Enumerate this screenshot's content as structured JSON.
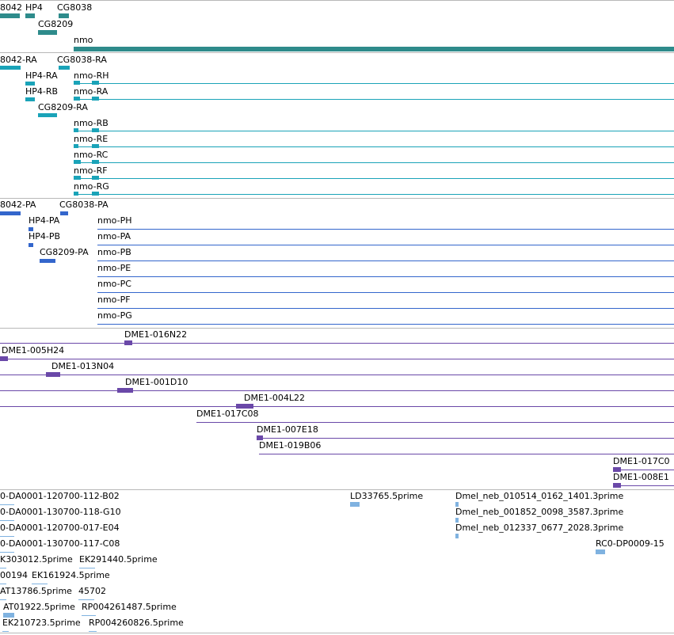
{
  "colors": {
    "gene": "#2e8b8b",
    "transcript": "#1aa3b8",
    "protein": "#3366cc",
    "clone": "#6a48a8",
    "est": "#7fb2e0"
  },
  "tracks": {
    "genes": {
      "labels": [
        "8042",
        "HP4",
        "CG8038",
        "CG8209",
        "nmo"
      ]
    },
    "transcripts": {
      "labels": [
        "8042-RA",
        "CG8038-RA",
        "HP4-RA",
        "nmo-RH",
        "HP4-RB",
        "nmo-RA",
        "CG8209-RA",
        "nmo-RB",
        "nmo-RE",
        "nmo-RC",
        "nmo-RF",
        "nmo-RG"
      ]
    },
    "proteins": {
      "labels": [
        "8042-PA",
        "CG8038-PA",
        "HP4-PA",
        "nmo-PH",
        "HP4-PB",
        "nmo-PA",
        "CG8209-PA",
        "nmo-PB",
        "nmo-PE",
        "nmo-PC",
        "nmo-PF",
        "nmo-PG"
      ]
    },
    "clones": {
      "labels": [
        "DME1-016N22",
        "DME1-005H24",
        "DME1-013N04",
        "DME1-001D10",
        "DME1-004L22",
        "DME1-017C08",
        "DME1-007E18",
        "DME1-019B06",
        "DME1-017C0",
        "DME1-008E1"
      ]
    },
    "ests": {
      "labels": [
        "0-DA0001-120700-112-B02",
        "LD33765.5prime",
        "Dmel_neb_010514_0162_1401.3prime",
        "0-DA0001-130700-118-G10",
        "Dmel_neb_001852_0098_3587.3prime",
        "0-DA0001-120700-017-E04",
        "Dmel_neb_012337_0677_2028.3prime",
        "0-DA0001-130700-117-C08",
        "RC0-DP0009-15",
        "K303012.5prime",
        "EK291440.5prime",
        "00194",
        "EK161924.5prime",
        "AT13786.5prime",
        "45702",
        "AT01922.5prime",
        "RP004261487.5prime",
        "EK210723.5prime",
        "RP004260826.5prime"
      ]
    }
  }
}
